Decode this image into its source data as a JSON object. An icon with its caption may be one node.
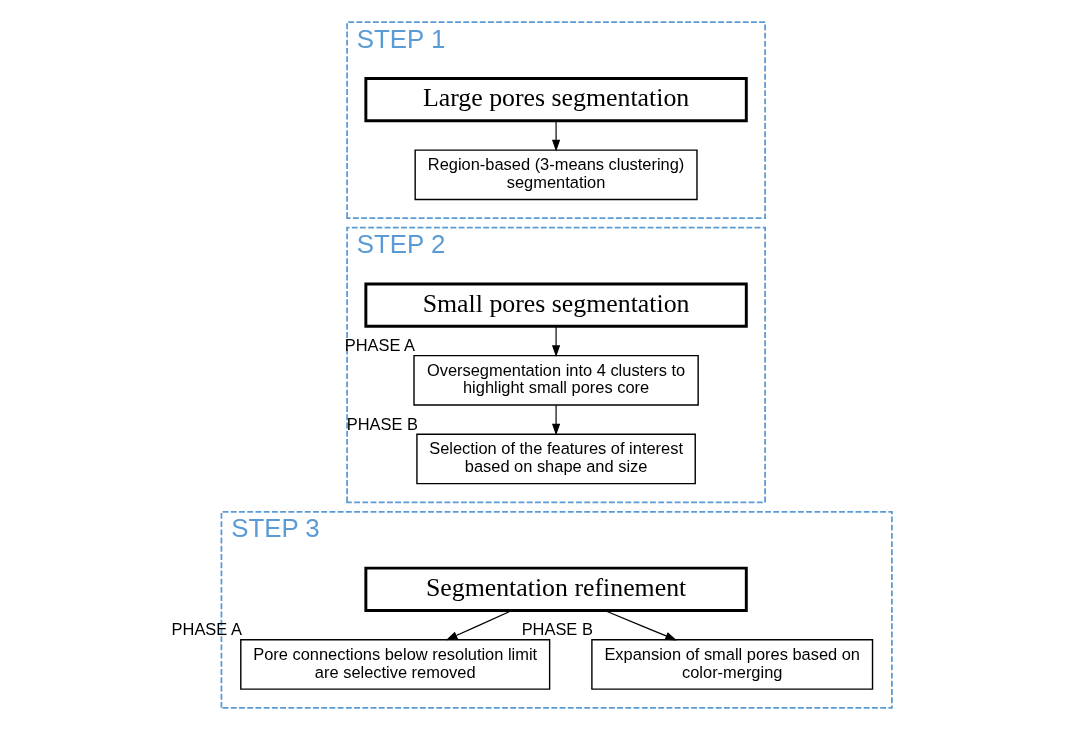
{
  "diagram": {
    "nodes": [
      {
        "text": [
          "STEP 1"
        ]
      },
      {
        "text": [
          "Large pores segmentation"
        ],
        "in": 0
      },
      {
        "text": [
          "Region-based (3-means clustering) segmentation"
        ],
        "in": 0
      },
      {
        "text": [
          "STEP 2"
        ]
      },
      {
        "text": [
          "Small pores segmentation"
        ],
        "in": 3
      },
      {
        "text": [
          "Oversegmentation into 4 clusters to highlight small pores core"
        ],
        "in": 3,
        "beside": [
          "PHASE A"
        ]
      },
      {
        "text": [
          "Selection of the features of interest based on shape and size"
        ],
        "in": 3,
        "beside": [
          "PHASE B"
        ]
      },
      {
        "text": [
          "STEP 3"
        ]
      },
      {
        "text": [
          "Segmentation refinement"
        ],
        "in": 7
      },
      {
        "text": [
          "Pore connections below resolution limit are selective removed"
        ],
        "in": 7,
        "beside": [
          "PHASE A"
        ]
      },
      {
        "text": [
          "Expansion of small pores based on color-merging"
        ],
        "in": 7,
        "beside": [
          "PHASE B"
        ]
      }
    ],
    "edges": [
      {
        "from": 1,
        "to": 2,
        "arrow": "to"
      },
      {
        "from": 4,
        "to": 5,
        "arrow": "to"
      },
      {
        "from": 5,
        "to": 6,
        "arrow": "to"
      },
      {
        "from": 8,
        "to": 9,
        "arrow": "to"
      },
      {
        "from": 8,
        "to": 10,
        "arrow": "to"
      }
    ]
  }
}
